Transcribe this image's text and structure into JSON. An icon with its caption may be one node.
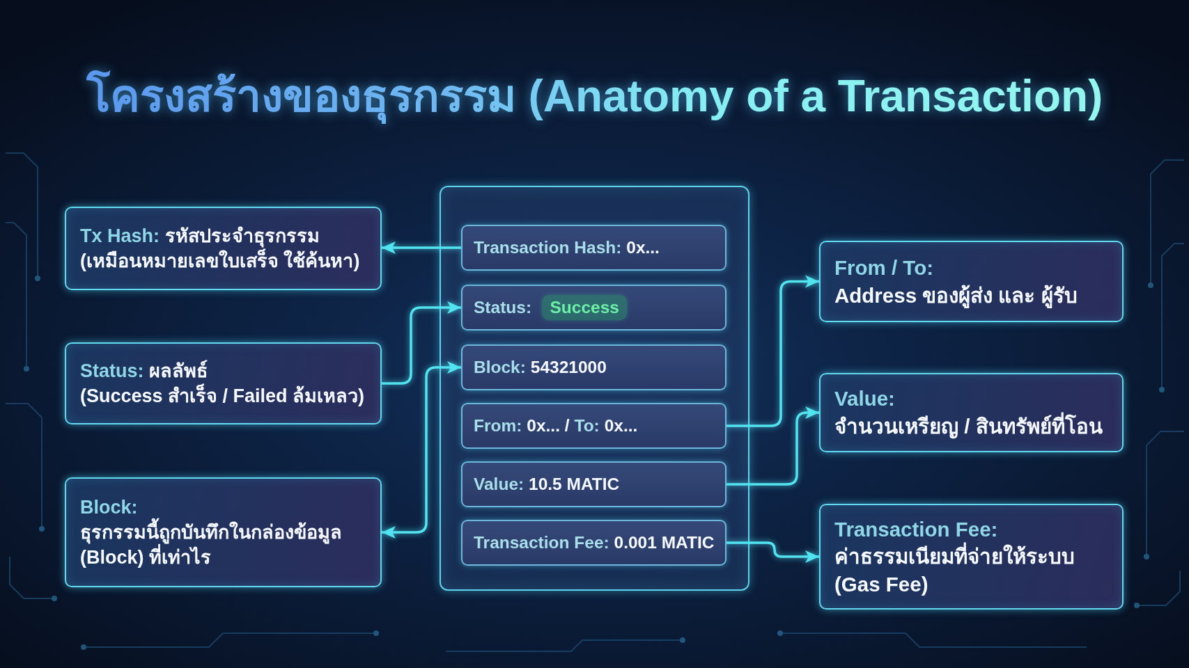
{
  "diagram": {
    "title": "โครงสร้างของธุรกรรม (Anatomy of a Transaction)",
    "nodes": [
      {
        "text": [
          "Tx Hash:",
          "รหัสประจำธุรกรรม",
          "(เหมือนหมายเลขใบเสร็จ ใช้ค้นหา)"
        ]
      },
      {
        "text": [
          "Status:",
          "ผลลัพธ์",
          "(Success สำเร็จ / Failed ล้มเหลว)"
        ]
      },
      {
        "text": [
          "Block:",
          "ธุรกรรมนี้ถูกบันทึกในกล่องข้อมูล (Block) ที่เท่าไร"
        ]
      },
      {
        "text": [],
        "shape": "box"
      },
      {
        "text": [
          "Transaction Hash:",
          "0x..."
        ],
        "in": 3
      },
      {
        "text": [
          "Status:"
        ],
        "in": 3
      },
      {
        "text": [
          "Success"
        ],
        "in": 5
      },
      {
        "text": [
          "Block:",
          "54321000"
        ],
        "in": 3
      },
      {
        "text": [
          "From:",
          "0x...",
          "/",
          "To:",
          "0x..."
        ],
        "in": 3
      },
      {
        "text": [
          "Value:",
          "10.5 MATIC"
        ],
        "in": 3
      },
      {
        "text": [
          "Transaction Fee:",
          "0.001 MATIC"
        ],
        "in": 3
      },
      {
        "text": [
          "From / To:",
          "Address ของผู้ส่ง และ ผู้รับ"
        ]
      },
      {
        "text": [
          "Value:",
          "จำนวนเหรียญ / สินทรัพย์ที่โอน"
        ]
      },
      {
        "text": [
          "Transaction Fee:",
          "ค่าธรรมเนียมที่จ่ายให้ระบบ (Gas Fee)"
        ]
      }
    ],
    "edges": [
      {
        "from": 4,
        "to": 0,
        "arrow": "to"
      },
      {
        "from": 1,
        "to": 5,
        "arrow": "to"
      },
      {
        "from": 7,
        "to": 2,
        "arrow": "both"
      },
      {
        "from": 8,
        "to": 11,
        "arrow": "to"
      },
      {
        "from": 9,
        "to": 12,
        "arrow": "to"
      },
      {
        "from": 10,
        "to": 13,
        "arrow": "to"
      }
    ]
  }
}
